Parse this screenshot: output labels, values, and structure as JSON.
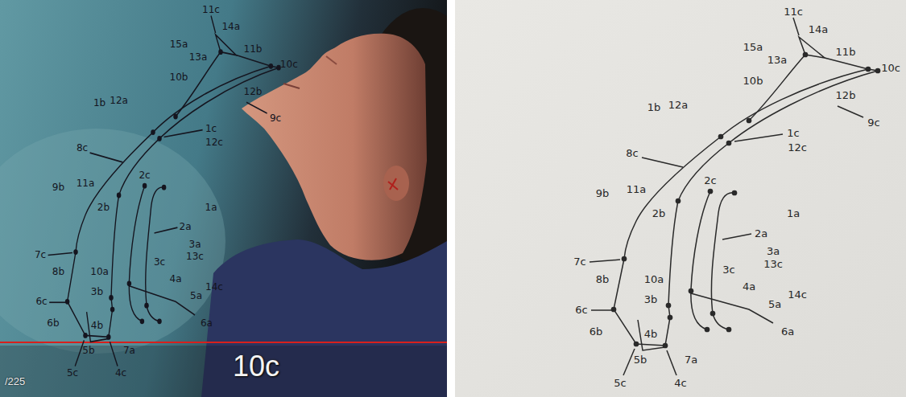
{
  "diagram": {
    "labels": [
      "11c",
      "15a",
      "14a",
      "13a",
      "11b",
      "10c",
      "10b",
      "12b",
      "1b",
      "12a",
      "9c",
      "8c",
      "1c",
      "12c",
      "9b",
      "11a",
      "2c",
      "1a",
      "2b",
      "2a",
      "3a",
      "13c",
      "7c",
      "8b",
      "10a",
      "3c",
      "4a",
      "5a",
      "14c",
      "6c",
      "3b",
      "6a",
      "6b",
      "4b",
      "5b",
      "7a",
      "5c",
      "4c",
      "11c",
      "15a",
      "14a",
      "13a",
      "11b",
      "10c",
      "10b",
      "12b",
      "1b",
      "12a",
      "9c",
      "8c",
      "1c",
      "12c",
      "9b",
      "11a",
      "2c",
      "1a",
      "2b",
      "2a",
      "3a",
      "13c",
      "7c",
      "8b",
      "10a",
      "3c",
      "4a",
      "5a",
      "14c",
      "6c",
      "3b",
      "6a",
      "6b",
      "4b",
      "5b",
      "7a",
      "5c",
      "4c",
      "10c",
      "/225"
    ]
  }
}
